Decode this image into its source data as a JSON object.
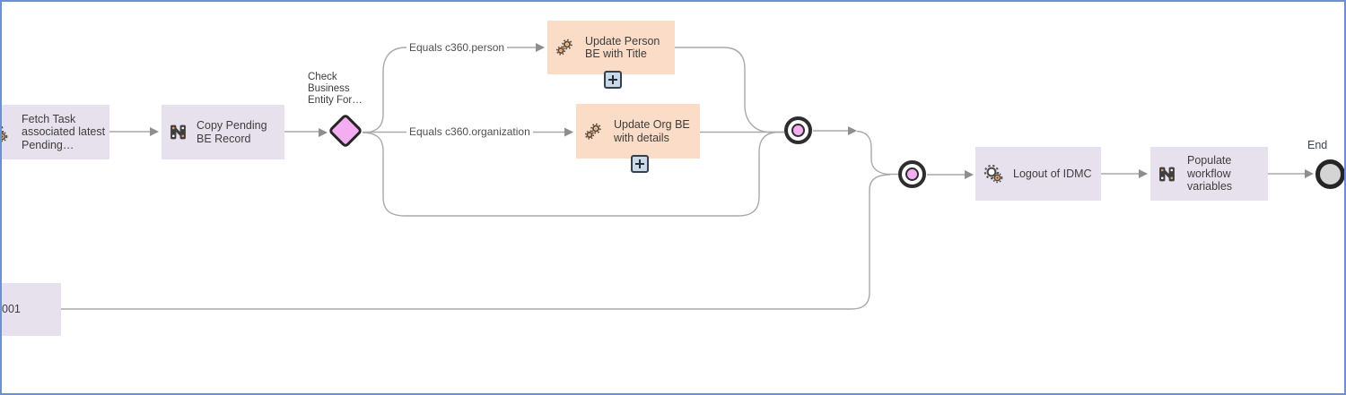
{
  "colors": {
    "canvas_border": "#6E8FD3",
    "task_fill": "#E7E1ED",
    "service_fill": "#FBDCC6",
    "gateway_fill": "#F2AEF0",
    "event_fill": "#F2AEF0",
    "end_fill": "#D4D4D4",
    "line": "#A9A9A9",
    "arrow": "#8E8E8E",
    "text": "#3D3D3D"
  },
  "nodes": {
    "fetch_task": {
      "label": "Fetch Task associated latest Pending…"
    },
    "copy_pending": {
      "label": "Copy Pending BE Record"
    },
    "gateway": {
      "label": "Check Business Entity For…"
    },
    "update_person": {
      "label": "Update Person BE with Title"
    },
    "update_org": {
      "label": "Update Org BE with details"
    },
    "logout": {
      "label": "Logout of IDMC"
    },
    "populate": {
      "label": "Populate workflow variables"
    },
    "end_event": {
      "label": "End"
    },
    "task_001": {
      "label": "001"
    }
  },
  "edges": {
    "person_condition": "Equals c360.person",
    "org_condition": "Equals c360.organization"
  }
}
